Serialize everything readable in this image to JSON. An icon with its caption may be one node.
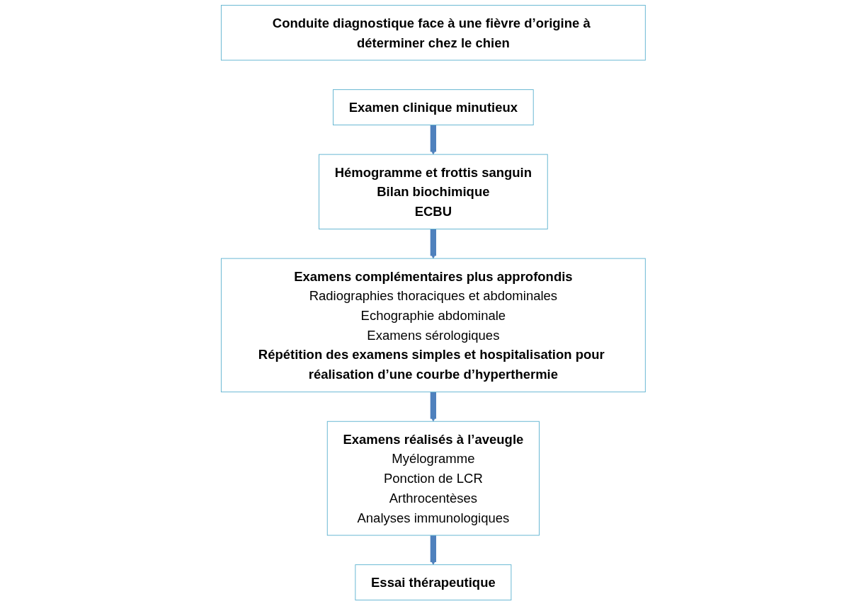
{
  "diagram": {
    "nodes": [
      {
        "text": [
          "Conduite diagnostique face à une fièvre d’origine à déterminer chez le chien"
        ]
      },
      {
        "text": [
          "Examen clinique minutieux"
        ]
      },
      {
        "text": [
          "Hémogramme et frottis sanguin",
          "Bilan biochimique",
          "ECBU"
        ]
      },
      {
        "text": [
          "Examens complémentaires plus approfondis",
          "Radiographies thoraciques et abdominales",
          "Echographie abdominale",
          "Examens sérologiques",
          "Répétition des examens simples et hospitalisation pour réalisation d’une courbe d’hyperthermie"
        ]
      },
      {
        "text": [
          "Examens réalisés à l’aveugle",
          "Myélogramme",
          "Ponction de LCR",
          "Arthrocentèses",
          "Analyses immunologiques"
        ]
      },
      {
        "text": [
          "Essai thérapeutique"
        ]
      }
    ],
    "edges": [
      {
        "from": 1,
        "to": 2,
        "arrow": "to"
      },
      {
        "from": 2,
        "to": 3,
        "arrow": "to"
      },
      {
        "from": 3,
        "to": 4,
        "arrow": "to"
      },
      {
        "from": 4,
        "to": 5,
        "arrow": "to"
      }
    ]
  }
}
